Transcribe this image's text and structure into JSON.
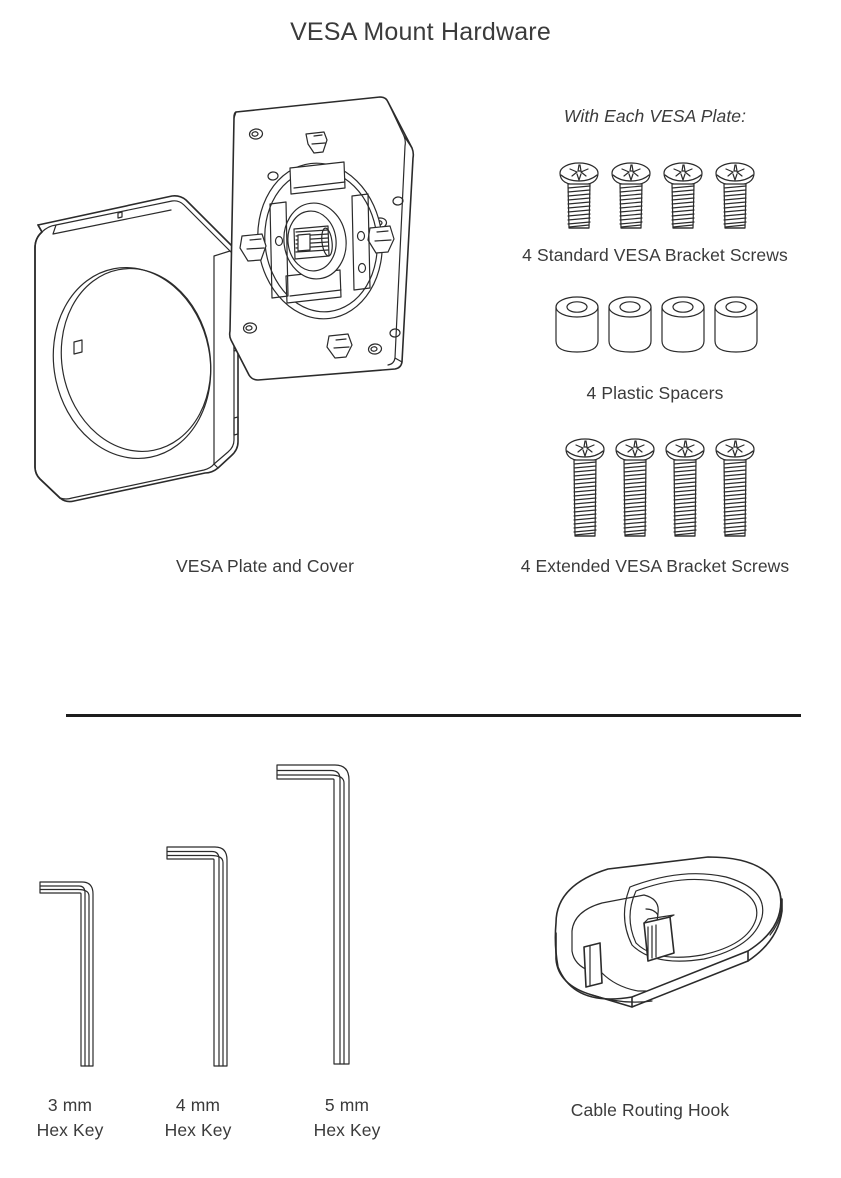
{
  "document": {
    "title": "VESA Mount Hardware"
  },
  "sections": {
    "upper": {
      "plate_assembly": {
        "caption": "VESA Plate and Cover",
        "parts": [
          "vesa-cover",
          "vesa-plate"
        ]
      },
      "hardware_kit": {
        "heading": "With Each VESA Plate:",
        "groups": [
          {
            "id": "standard-screws",
            "label": "4 Standard VESA Bracket Screws",
            "count": 4,
            "item_type": "pan-head-phillips-screw",
            "length": "short"
          },
          {
            "id": "plastic-spacers",
            "label": "4 Plastic Spacers",
            "count": 4,
            "item_type": "cylindrical-spacer",
            "length": "short"
          },
          {
            "id": "extended-screws",
            "label": "4 Extended VESA Bracket Screws",
            "count": 4,
            "item_type": "pan-head-phillips-screw",
            "length": "long"
          }
        ]
      }
    },
    "lower": {
      "hex_keys": [
        {
          "id": "hex-key-3mm",
          "size": "3 mm",
          "type": "Hex Key"
        },
        {
          "id": "hex-key-4mm",
          "size": "4 mm",
          "type": "Hex Key"
        },
        {
          "id": "hex-key-5mm",
          "size": "5 mm",
          "type": "Hex Key"
        }
      ],
      "cable_hook": {
        "caption": "Cable Routing Hook"
      }
    }
  },
  "style": {
    "background": "#ffffff",
    "line_color": "#2b2b2b",
    "text_color": "#3b3b3b",
    "divider_color": "#1d1d1d"
  }
}
